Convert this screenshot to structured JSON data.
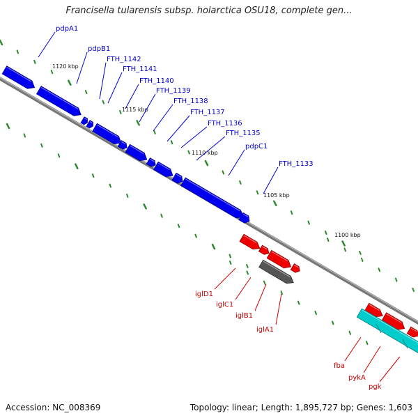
{
  "title": "Francisella tularensis subsp. holarctica OSU18, complete gen...",
  "footer": {
    "accession": "Accession: NC_008369",
    "summary": "Topology: linear; Length: 1,895,727 bp; Genes: 1,603"
  },
  "colors": {
    "forward_gene": "#0000ee",
    "reverse_gene": "#ee0000",
    "cyan_gene": "#00cccc",
    "grey_gene": "#555555",
    "backbone": "#777777",
    "ticks": "#2a8a2a",
    "forward_label": "#0000cc",
    "reverse_label": "#cc0000"
  },
  "scale_labels": [
    "1120 kbp",
    "1115 kbp",
    "1110 kbp",
    "1105 kbp",
    "1100 kbp"
  ],
  "forward_genes": [
    "pdpA1",
    "pdpB1",
    "FTH_1142",
    "FTH_1141",
    "FTH_1140",
    "FTH_1139",
    "FTH_1138",
    "FTH_1137",
    "FTH_1136",
    "FTH_1135",
    "pdpC1",
    "FTH_1133"
  ],
  "reverse_genes": [
    "iglD1",
    "iglC1",
    "iglB1",
    "iglA1",
    "fba",
    "pykA",
    "pgk"
  ]
}
